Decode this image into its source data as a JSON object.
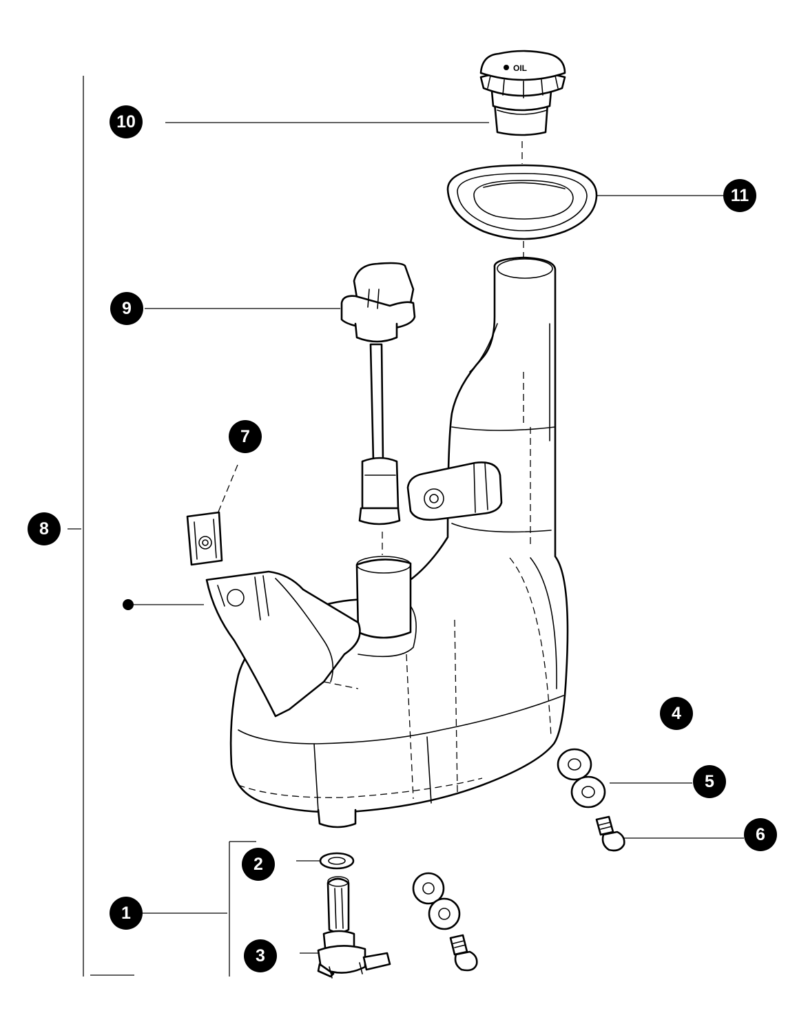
{
  "diagram": {
    "colors": {
      "ink": "#000000",
      "paper": "#ffffff"
    },
    "callouts": [
      {
        "id": "1",
        "label": "1"
      },
      {
        "id": "2",
        "label": "2"
      },
      {
        "id": "3",
        "label": "3"
      },
      {
        "id": "4",
        "label": "4"
      },
      {
        "id": "5",
        "label": "5"
      },
      {
        "id": "6",
        "label": "6"
      },
      {
        "id": "7",
        "label": "7"
      },
      {
        "id": "8",
        "label": "8"
      },
      {
        "id": "9",
        "label": "9"
      },
      {
        "id": "10",
        "label": "10"
      },
      {
        "id": "11",
        "label": "11"
      }
    ],
    "cap_marking": "OIL"
  }
}
